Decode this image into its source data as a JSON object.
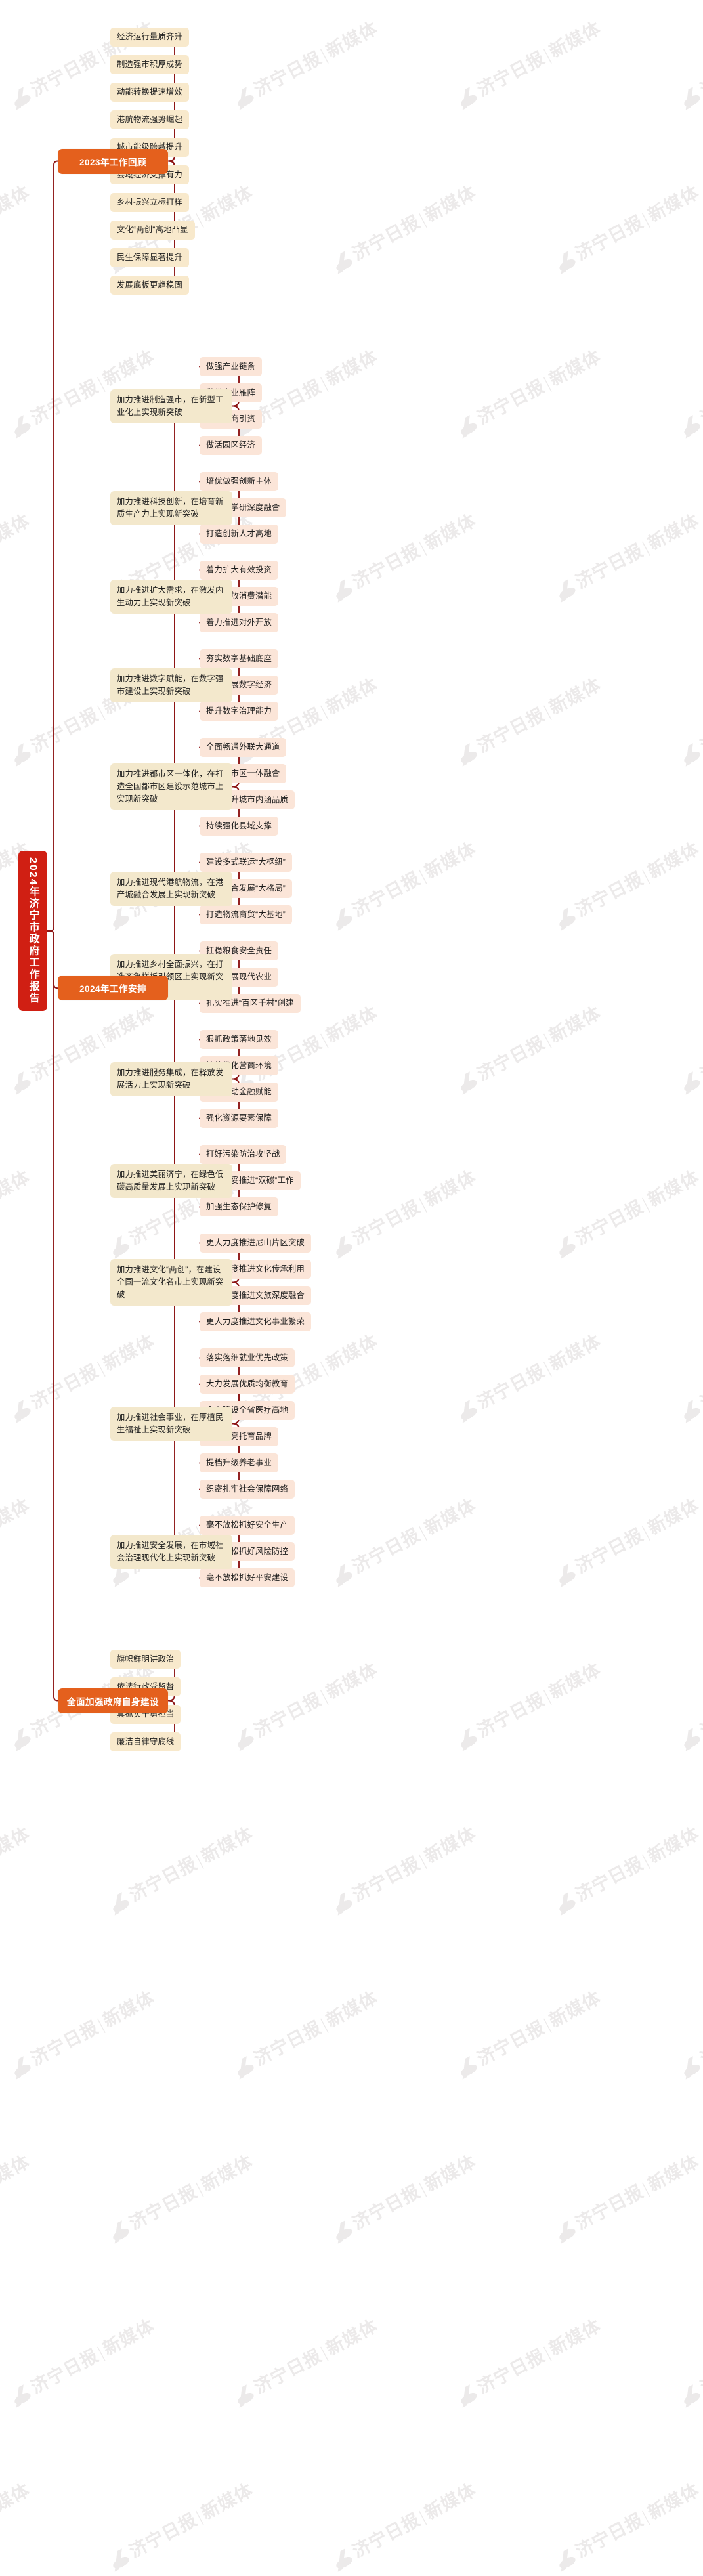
{
  "meta": {
    "colors": {
      "root_bg": "#d01f13",
      "branch_bg": "#e4601d",
      "level2_bg": "#f3e8cc",
      "level3_bg": "#fbe5d8",
      "leaf_cream_bg": "#f8e9cc",
      "wire": "#8e1717",
      "text_dark": "#1d1d1d",
      "text_light": "#ffffff",
      "watermark": "#eceaea"
    },
    "watermark_text": "济宁日报",
    "watermark_text2": "新媒体"
  },
  "root": {
    "title": "2024年济宁市政府工作报告"
  },
  "branches": [
    {
      "id": "review-2023",
      "label": "2023年工作回顾",
      "children": [
        {
          "label": "经济运行量质齐升"
        },
        {
          "label": "制造强市积厚成势"
        },
        {
          "label": "动能转换提速增效"
        },
        {
          "label": "港航物流强势崛起"
        },
        {
          "label": "城市能级跨越提升"
        },
        {
          "label": "县域经济支撑有力"
        },
        {
          "label": "乡村振兴立标打样"
        },
        {
          "label": "文化“两创”高地凸显"
        },
        {
          "label": "民生保障显著提升"
        },
        {
          "label": "发展底板更趋稳固"
        }
      ]
    },
    {
      "id": "plan-2024",
      "label": "2024年工作安排",
      "children": [
        {
          "label": "加力推进制造强市，在新型工业化上实现新突破",
          "children": [
            {
              "label": "做强产业链条"
            },
            {
              "label": "做优企业雁阵"
            },
            {
              "label": "做实招商引资"
            },
            {
              "label": "做活园区经济"
            }
          ]
        },
        {
          "label": "加力推进科技创新，在培育新质生产力上实现新突破",
          "children": [
            {
              "label": "培优做强创新主体"
            },
            {
              "label": "强化产学研深度融合"
            },
            {
              "label": "打造创新人才高地"
            }
          ]
        },
        {
          "label": "加力推进扩大需求，在激发内生动力上实现新突破",
          "children": [
            {
              "label": "着力扩大有效投资"
            },
            {
              "label": "着力释放消费潜能"
            },
            {
              "label": "着力推进对外开放"
            }
          ]
        },
        {
          "label": "加力推进数字赋能，在数字强市建设上实现新突破",
          "children": [
            {
              "label": "夯实数字基础底座"
            },
            {
              "label": "大力发展数字经济"
            },
            {
              "label": "提升数字治理能力"
            }
          ]
        },
        {
          "label": "加力推进都市区一体化，在打造全国都市区建设示范城市上实现新突破",
          "children": [
            {
              "label": "全面畅通外联大通道"
            },
            {
              "label": "加快都市区一体融合"
            },
            {
              "label": "着力提升城市内涵品质"
            },
            {
              "label": "持续强化县域支撑"
            }
          ]
        },
        {
          "label": "加力推进现代港航物流，在港产城融合发展上实现新突破",
          "children": [
            {
              "label": "建设多式联运“大枢纽”"
            },
            {
              "label": "构筑融合发展“大格局”"
            },
            {
              "label": "打造物流商贸“大基地”"
            }
          ]
        },
        {
          "label": "加力推进乡村全面振兴，在打造齐鲁样板引领区上实现新突破",
          "children": [
            {
              "label": "扛稳粮食安全责任"
            },
            {
              "label": "大力发展现代农业"
            },
            {
              "label": "扎实推进“百区千村”创建"
            }
          ]
        },
        {
          "label": "加力推进服务集成，在释放发展活力上实现新突破",
          "children": [
            {
              "label": "狠抓政策落地见效"
            },
            {
              "label": "持续优化营商环境"
            },
            {
              "label": "强力推动金融赋能"
            },
            {
              "label": "强化资源要素保障"
            }
          ]
        },
        {
          "label": "加力推进美丽济宁，在绿色低碳高质量发展上实现新突破",
          "children": [
            {
              "label": "打好污染防治攻坚战"
            },
            {
              "label": "积极稳妥推进“双碳”工作"
            },
            {
              "label": "加强生态保护修复"
            }
          ]
        },
        {
          "label": "加力推进文化“两创”，在建设全国一流文化名市上实现新突破",
          "children": [
            {
              "label": "更大力度推进尼山片区突破"
            },
            {
              "label": "更大力度推进文化传承利用"
            },
            {
              "label": "更大力度推进文旅深度融合"
            },
            {
              "label": "更大力度推进文化事业繁荣"
            }
          ]
        },
        {
          "label": "加力推进社会事业，在厚植民生福祉上实现新突破",
          "children": [
            {
              "label": "落实落细就业优先政策"
            },
            {
              "label": "大力发展优质均衡教育"
            },
            {
              "label": "全力建设全省医疗高地"
            },
            {
              "label": "持续擦亮托育品牌"
            },
            {
              "label": "提档升级养老事业"
            },
            {
              "label": "织密扎牢社会保障网络"
            }
          ]
        },
        {
          "label": "加力推进安全发展，在市域社会治理现代化上实现新突破",
          "children": [
            {
              "label": "毫不放松抓好安全生产"
            },
            {
              "label": "毫不放松抓好风险防控"
            },
            {
              "label": "毫不放松抓好平安建设"
            }
          ]
        }
      ]
    },
    {
      "id": "self-build",
      "label": "全面加强政府自身建设",
      "children": [
        {
          "label": "旗帜鲜明讲政治"
        },
        {
          "label": "依法行政受监督"
        },
        {
          "label": "真抓实干勇担当"
        },
        {
          "label": "廉洁自律守底线"
        }
      ]
    }
  ]
}
